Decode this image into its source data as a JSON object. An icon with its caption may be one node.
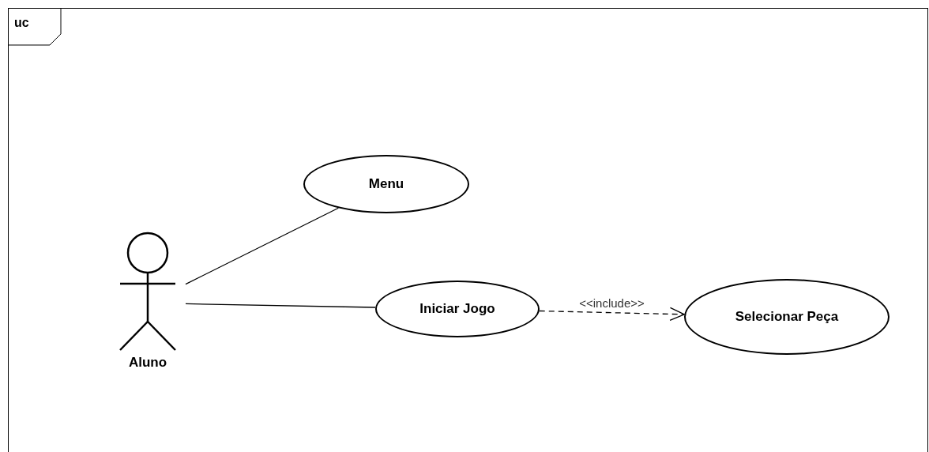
{
  "diagram": {
    "nodes": [
      {
        "text": [
          "uc"
        ]
      },
      {
        "text": [
          "Aluno"
        ],
        "in": 0
      },
      {
        "text": [
          "Menu"
        ],
        "in": 0
      },
      {
        "text": [
          "Iniciar Jogo"
        ],
        "in": 0
      },
      {
        "text": [
          "Selecionar Peça"
        ],
        "in": 0
      }
    ],
    "edges": [
      {
        "from": 1,
        "to": 2,
        "arrow": "none"
      },
      {
        "from": 1,
        "to": 3,
        "arrow": "none"
      },
      {
        "from": 3,
        "to": 4,
        "arrow": "to",
        "style": "dashed",
        "label": "<<include>>"
      }
    ]
  }
}
